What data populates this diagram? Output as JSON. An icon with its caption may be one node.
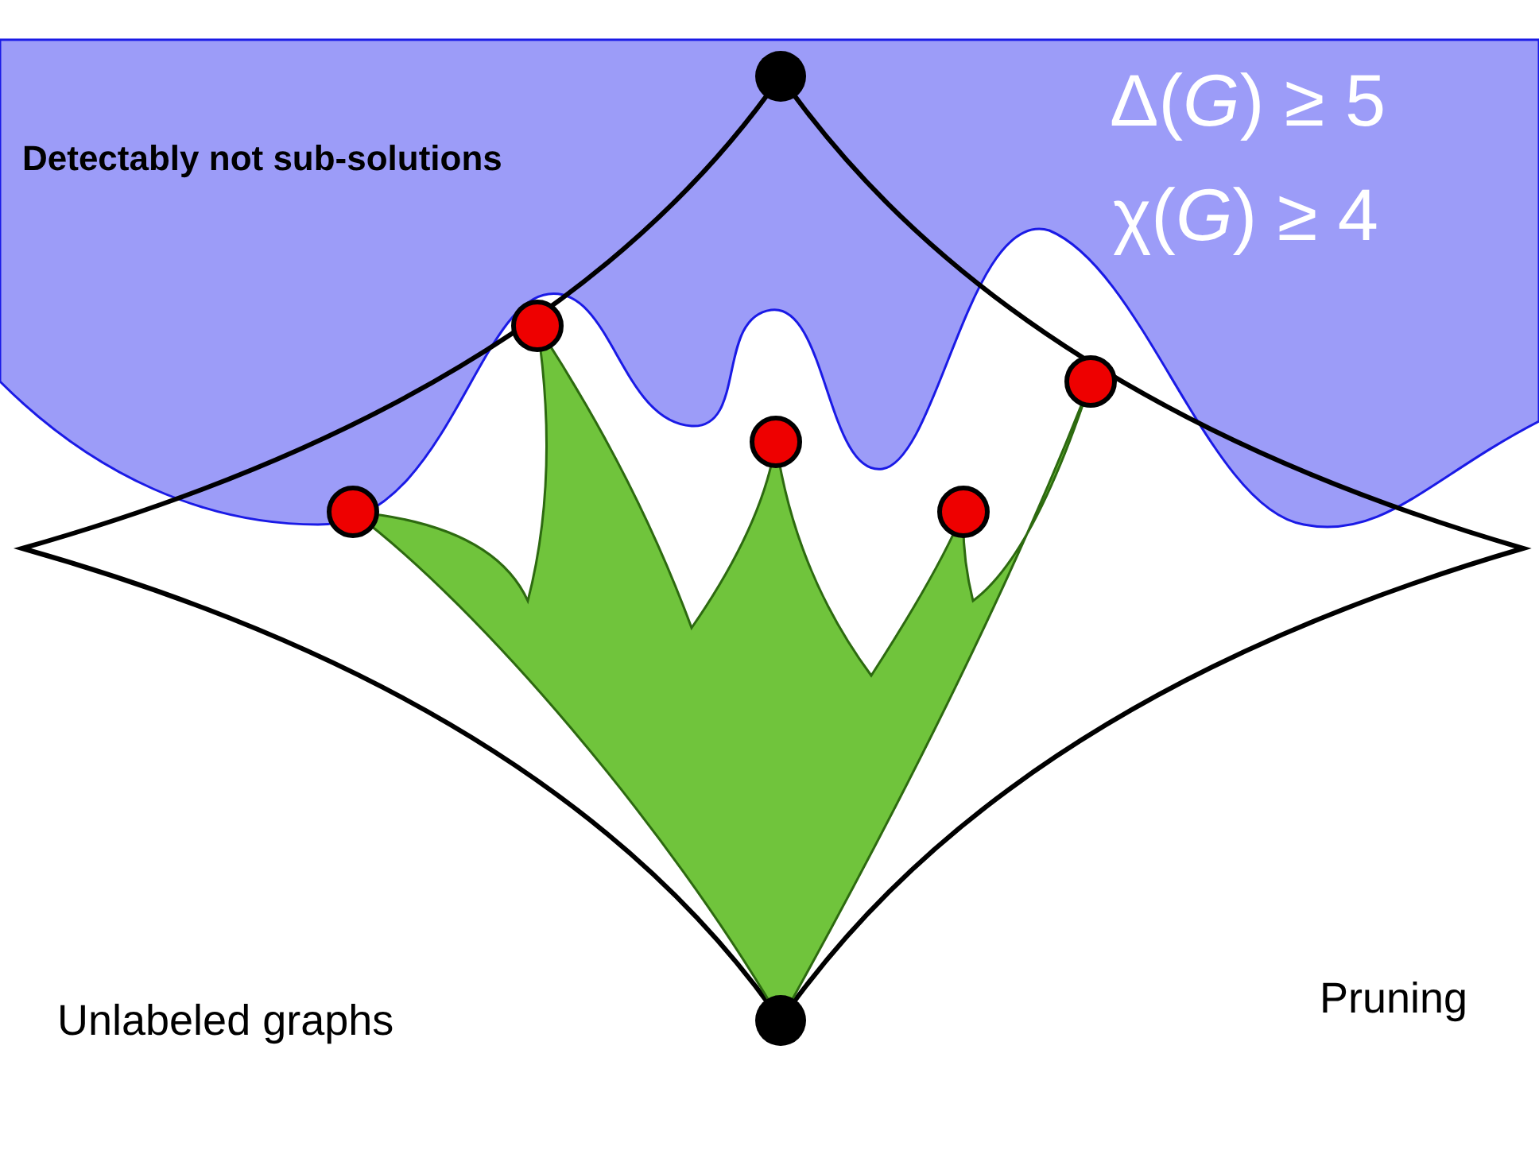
{
  "diagram": {
    "labels": [
      "Detectably not sub-solutions",
      "Δ(*G*) ≥ 5",
      "χ(*G*) ≥ 4",
      "Unlabeled graphs",
      "Pruning"
    ]
  }
}
